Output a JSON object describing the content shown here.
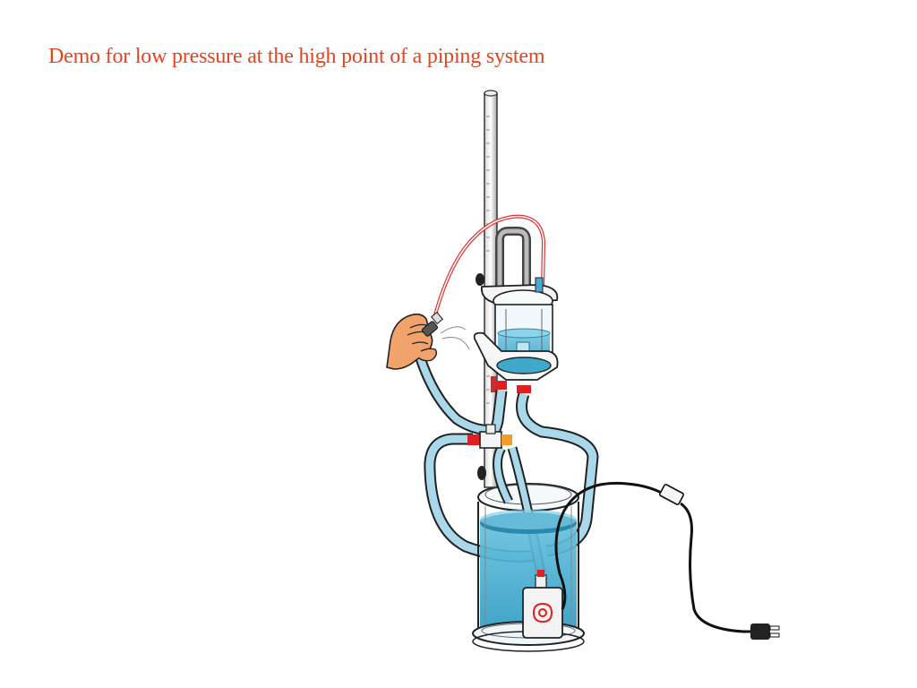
{
  "slide": {
    "title": "Demo for low pressure at the high point of a piping system"
  },
  "illustration": {
    "parts": [
      "ring-stand-rod",
      "upper-reservoir",
      "lower-tank",
      "submersible-pump",
      "hoses",
      "red-manometer-tube",
      "power-cord",
      "plug",
      "hand-with-pinch-clamp"
    ],
    "colors": {
      "title": "#e8431c",
      "water": "#3fa9cc",
      "hose": "#a9d8ea",
      "tubing": "#e03030",
      "cord": "#111111",
      "skin": "#f2a26b"
    }
  }
}
